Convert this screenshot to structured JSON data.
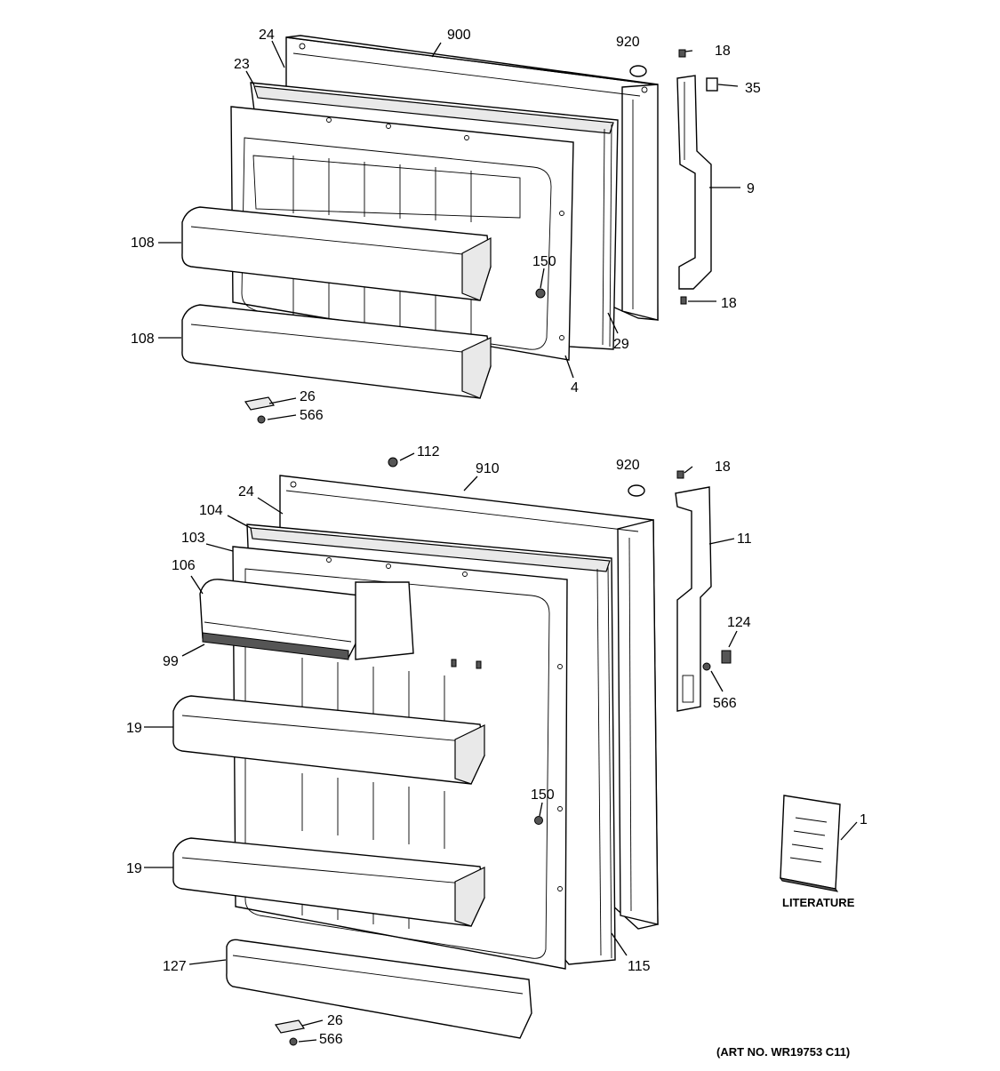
{
  "callouts": {
    "c24_top": "24",
    "c900": "900",
    "c920_top": "920",
    "c18_a": "18",
    "c35": "35",
    "c23": "23",
    "c9": "9",
    "c108_a": "108",
    "c150_top": "150",
    "c18_b": "18",
    "c108_b": "108",
    "c29": "29",
    "c4": "4",
    "c26_top": "26",
    "c566_top": "566",
    "c112": "112",
    "c910": "910",
    "c920_bot": "920",
    "c18_c": "18",
    "c24_bot": "24",
    "c104": "104",
    "c11": "11",
    "c103": "103",
    "c106": "106",
    "c124": "124",
    "c99": "99",
    "c566_mid": "566",
    "c19_a": "19",
    "c150_bot": "150",
    "c1": "1",
    "c19_b": "19",
    "c127": "127",
    "c115": "115",
    "c26_bot": "26",
    "c566_bot": "566"
  },
  "literature_label": "LITERATURE",
  "art_number": "(ART NO. WR19753 C11)"
}
